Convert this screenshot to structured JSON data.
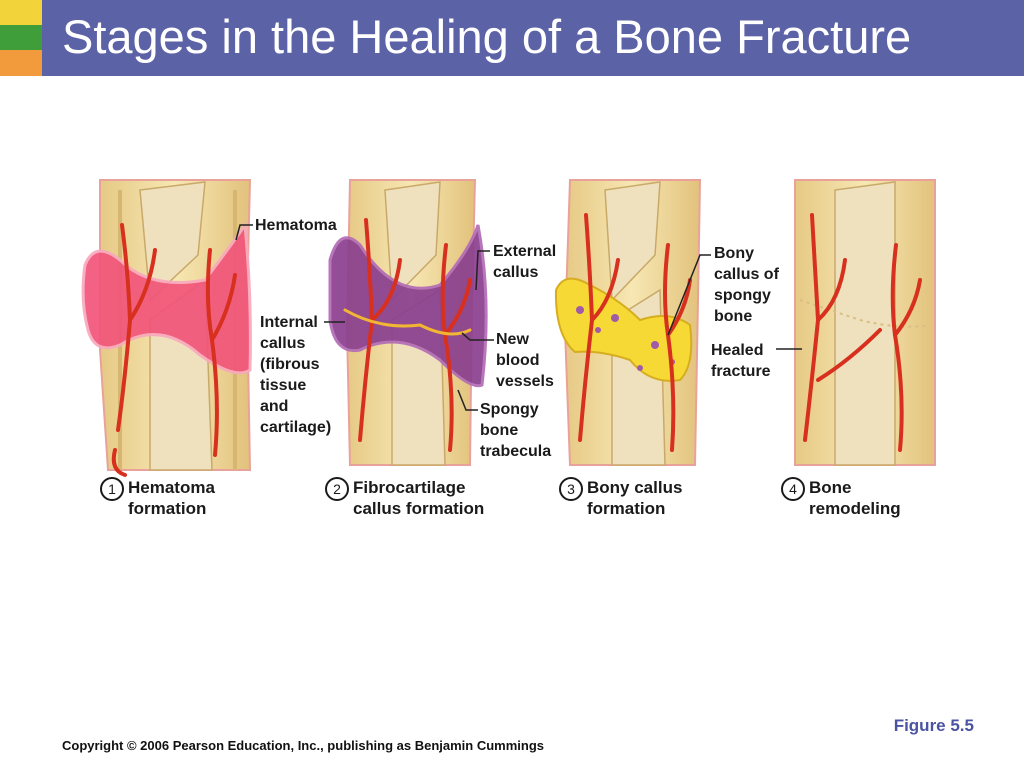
{
  "title": "Stages in the Healing of a Bone Fracture",
  "colors": {
    "title_bar": "#5b62a6",
    "accent_yellow": "#f2d33a",
    "accent_green": "#3f9e3a",
    "accent_orange": "#f29b3c",
    "bone": "#f3dfa0",
    "hematoma": "#f2557a",
    "fibrocartilage": "#8a3f8f",
    "bony_callus": "#f6d935",
    "vessel": "#d8301f",
    "figure_label": "#4b54a3"
  },
  "callouts": {
    "hematoma": "Hematoma",
    "external_callus": [
      "External",
      "callus"
    ],
    "internal_callus": [
      "Internal",
      "callus",
      "(fibrous",
      "tissue",
      "and",
      "cartilage)"
    ],
    "new_blood_vessels": [
      "New",
      "blood",
      "vessels"
    ],
    "spongy_bone_trabecula": [
      "Spongy",
      "bone",
      "trabecula"
    ],
    "bony_callus": [
      "Bony",
      "callus of",
      "spongy",
      "bone"
    ],
    "healed_fracture": [
      "Healed",
      "fracture"
    ]
  },
  "stages": [
    {
      "number": "1",
      "line1": "Hematoma",
      "line2": "formation"
    },
    {
      "number": "2",
      "line1": "Fibrocartilage",
      "line2": "callus formation"
    },
    {
      "number": "3",
      "line1": "Bony callus",
      "line2": "formation"
    },
    {
      "number": "4",
      "line1": "Bone",
      "line2": "remodeling"
    }
  ],
  "figure_label": "Figure 5.5",
  "copyright": "Copyright © 2006 Pearson Education, Inc., publishing as Benjamin Cummings"
}
